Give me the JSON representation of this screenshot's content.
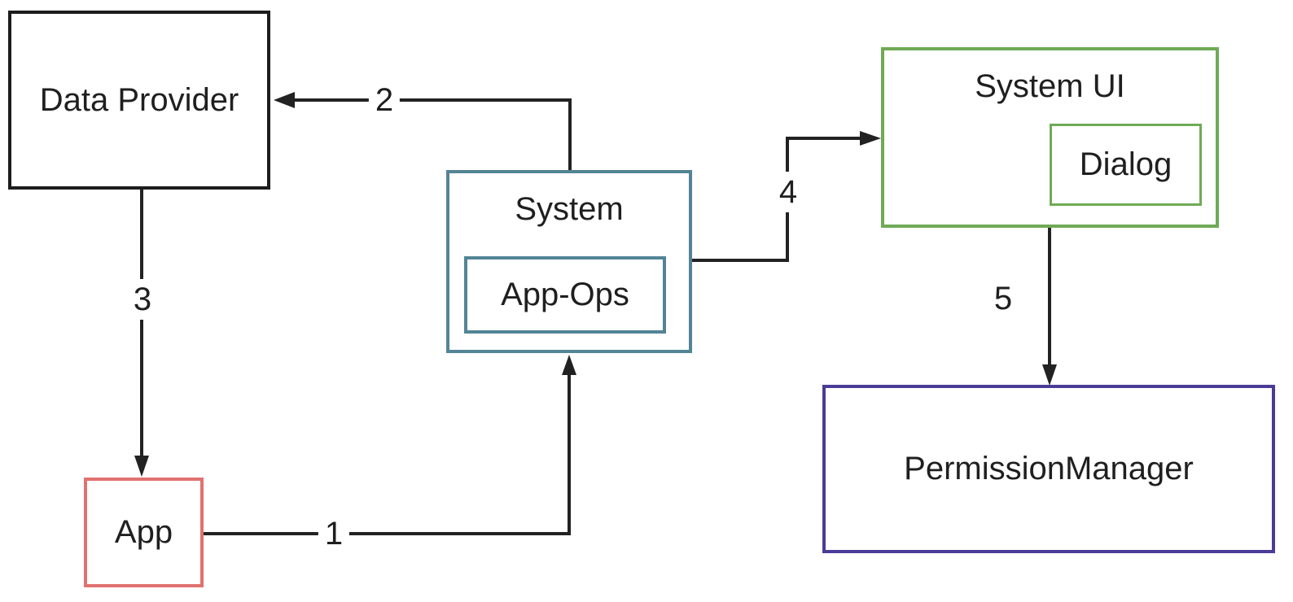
{
  "diagram": {
    "background_color": "#ffffff",
    "line_color": "#222222",
    "nodes": {
      "data_provider": {
        "label": "Data Provider",
        "border_color": "#1d1d1d"
      },
      "system": {
        "label": "System",
        "border_color": "#538496"
      },
      "app_ops": {
        "label": "App-Ops",
        "border_color": "#538496",
        "parent": "system"
      },
      "system_ui": {
        "label": "System UI",
        "border_color": "#6faa56"
      },
      "dialog": {
        "label": "Dialog",
        "border_color": "#6faa56",
        "parent": "system_ui"
      },
      "permission_manager": {
        "label": "PermissionManager",
        "border_color": "#4a3c96"
      },
      "app": {
        "label": "App",
        "border_color": "#e07270"
      }
    },
    "edges": {
      "e1": {
        "label": "1",
        "from": "app",
        "to": "system"
      },
      "e2": {
        "label": "2",
        "from": "system",
        "to": "data_provider"
      },
      "e3": {
        "label": "3",
        "from": "data_provider",
        "to": "app"
      },
      "e4": {
        "label": "4",
        "from": "system",
        "to": "system_ui"
      },
      "e5": {
        "label": "5",
        "from": "system_ui",
        "to": "permission_manager"
      }
    }
  }
}
